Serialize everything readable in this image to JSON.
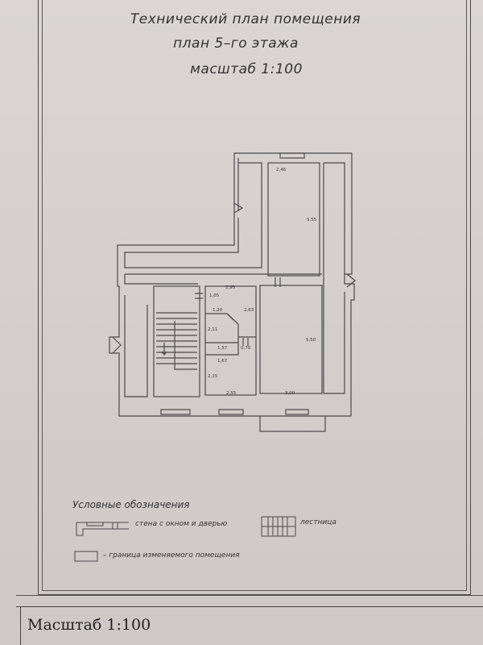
{
  "header": {
    "line1": "Технический план помещения",
    "line2": "план 5–го этажа",
    "line3": "масштаб 1:100"
  },
  "dimensions": {
    "top_width": "2,46",
    "right_room_length": "5,55",
    "corridor_width": "2,95",
    "d_105": "1,05",
    "d_120": "1,20",
    "d_263": "2,63",
    "d_211": "2,11",
    "d_157": "1,57",
    "d_070": "0,70",
    "d_167": "1,67",
    "d_215": "2,15",
    "bottom_left_width": "2,55",
    "bottom_right_width": "3,00",
    "main_room_length": "5,50"
  },
  "legend": {
    "title": "Условные обозначения",
    "wall_window_door": "стена с окном и дверью",
    "stairs": "лестница",
    "boundary": "– граница изменяемого помещения"
  },
  "footer": {
    "scale": "Масштаб 1:100"
  }
}
